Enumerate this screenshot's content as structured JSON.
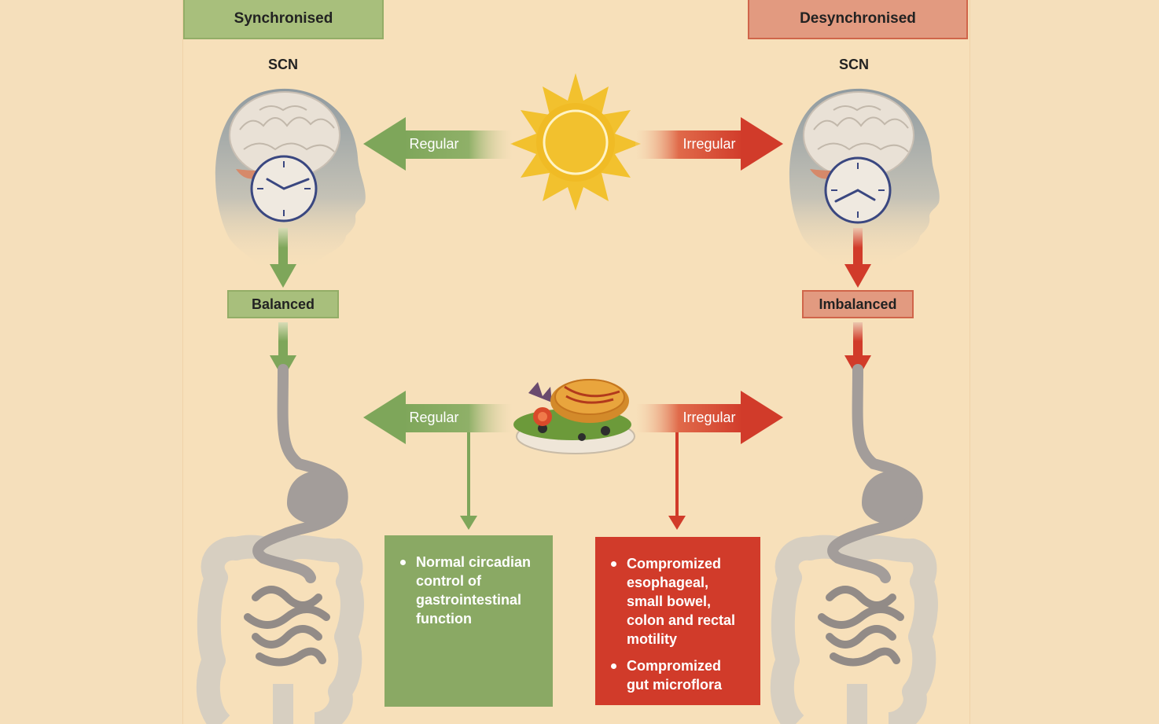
{
  "headers": {
    "left": "Synchronised",
    "right": "Desynchronised"
  },
  "scn": {
    "left": "SCN",
    "right": "SCN"
  },
  "light_arrows": {
    "left": "Regular",
    "right": "Irregular"
  },
  "food_arrows": {
    "left": "Regular",
    "right": "Irregular"
  },
  "states": {
    "left": "Balanced",
    "right": "Imbalanced"
  },
  "outcome_left": {
    "items": [
      "Normal circadian control of gastrointestinal function"
    ]
  },
  "outcome_right": {
    "items": [
      "Compromized esophageal, small bowel, colon and rectal motility",
      "Compromized gut microflora"
    ]
  },
  "colors": {
    "green": "#7ea65a",
    "red": "#d13b2a",
    "sun": "#f2c12e",
    "gut": "#a39d9a"
  },
  "icons": [
    "brain-icon",
    "clock-icon",
    "sun-icon",
    "food-plate-icon",
    "digestive-tract-icon"
  ]
}
